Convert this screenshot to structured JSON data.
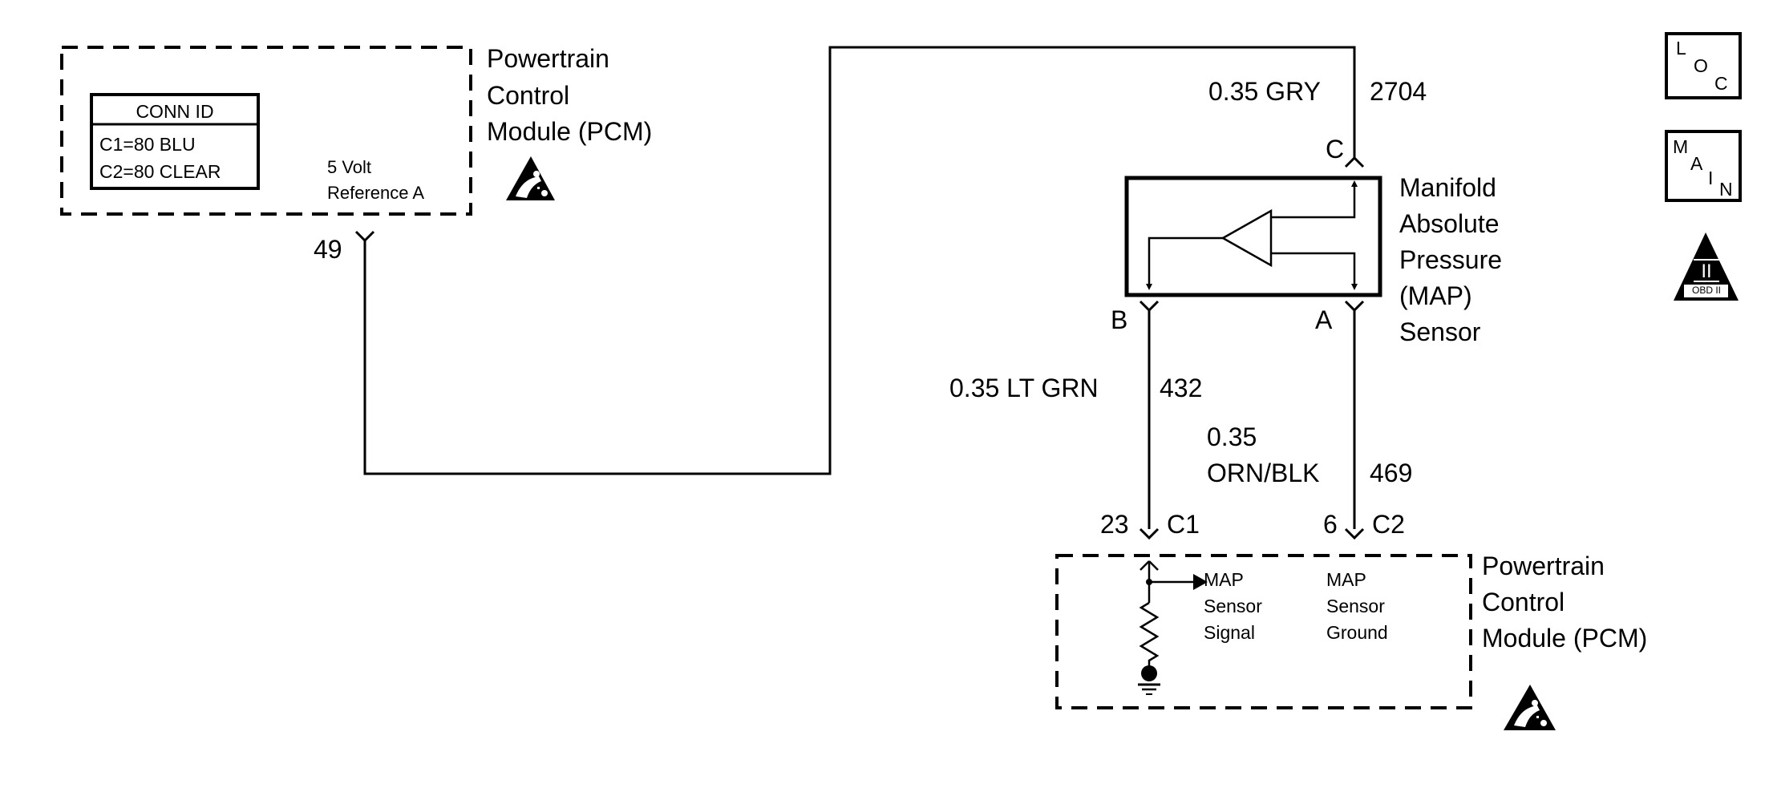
{
  "pcm_top": {
    "name_lines": [
      "Powertrain",
      "Control",
      "Module (PCM)"
    ],
    "conn_id": {
      "header": "CONN ID",
      "lines": [
        "C1=80 BLU",
        "C2=80 CLEAR"
      ]
    },
    "pin_label_lines": [
      "5 Volt",
      "Reference A"
    ],
    "pin_number": "49"
  },
  "wires": {
    "ref": {
      "gauge_color": "0.35 GRY",
      "circuit": "2704"
    },
    "signal": {
      "gauge_color": "0.35 LT GRN",
      "circuit": "432"
    },
    "ground": {
      "gauge_color_lines": [
        "0.35",
        "ORN/BLK"
      ],
      "circuit": "469"
    }
  },
  "map_sensor": {
    "name_lines": [
      "Manifold",
      "Absolute",
      "Pressure",
      "(MAP)",
      "Sensor"
    ],
    "pins": {
      "c": "C",
      "b": "B",
      "a": "A"
    }
  },
  "pcm_bottom": {
    "name_lines": [
      "Powertrain",
      "Control",
      "Module (PCM)"
    ],
    "signal_pin": {
      "number": "23",
      "connector": "C1",
      "label_lines": [
        "MAP",
        "Sensor",
        "Signal"
      ]
    },
    "ground_pin": {
      "number": "6",
      "connector": "C2",
      "label_lines": [
        "MAP",
        "Sensor",
        "Ground"
      ]
    }
  },
  "side_icons": {
    "loc": [
      "L",
      "O",
      "C"
    ],
    "main": [
      "M",
      "A",
      "I",
      "N"
    ],
    "obd": {
      "numeral": "II",
      "text": "OBD II"
    }
  },
  "icons": {
    "esd_top": "esd-warning-icon",
    "esd_bottom": "esd-warning-icon",
    "ground": "ground-icon",
    "amplifier": "amplifier-icon"
  }
}
